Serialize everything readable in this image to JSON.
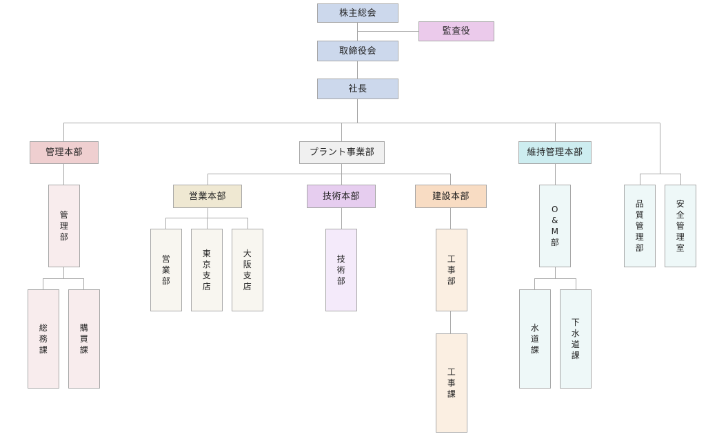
{
  "colors": {
    "top": "#ccd8ec",
    "auditor": "#ebcaeb",
    "admin": "#efcfd0",
    "plant": "#f0f0f0",
    "maintenance": "#cdedf0",
    "sales": "#efe8d2",
    "technical": "#e6cdef",
    "construction": "#f8dcc3",
    "line": "#a7a7a7"
  },
  "nodes": {
    "shareholders": "株主総会",
    "auditor": "監査役",
    "board": "取締役会",
    "president": "社長",
    "admin_hq": "管理本部",
    "plant_div": "プラント事業部",
    "maintenance_hq": "維持管理本部",
    "admin_dept": [
      "管",
      "理",
      "部"
    ],
    "general_affairs": [
      "総",
      "務",
      "課"
    ],
    "purchasing": [
      "購",
      "買",
      "課"
    ],
    "sales_hq": "営業本部",
    "tech_hq": "技術本部",
    "construction_hq": "建設本部",
    "sales_dept": [
      "営",
      "業",
      "部"
    ],
    "tokyo_branch": [
      "東",
      "京",
      "支",
      "店"
    ],
    "osaka_branch": [
      "大",
      "阪",
      "支",
      "店"
    ],
    "tech_dept": [
      "技",
      "術",
      "部"
    ],
    "construction_dept": [
      "工",
      "事",
      "部"
    ],
    "construction_sec": [
      "工",
      "事",
      "課"
    ],
    "om_dept": [
      "O",
      "&",
      "M",
      "部"
    ],
    "water_sec": [
      "水",
      "道",
      "課"
    ],
    "sewer_sec": [
      "下",
      "水",
      "道",
      "課"
    ],
    "quality_dept": [
      "品",
      "質",
      "管",
      "理",
      "部"
    ],
    "safety_office": [
      "安",
      "全",
      "管",
      "理",
      "室"
    ]
  }
}
